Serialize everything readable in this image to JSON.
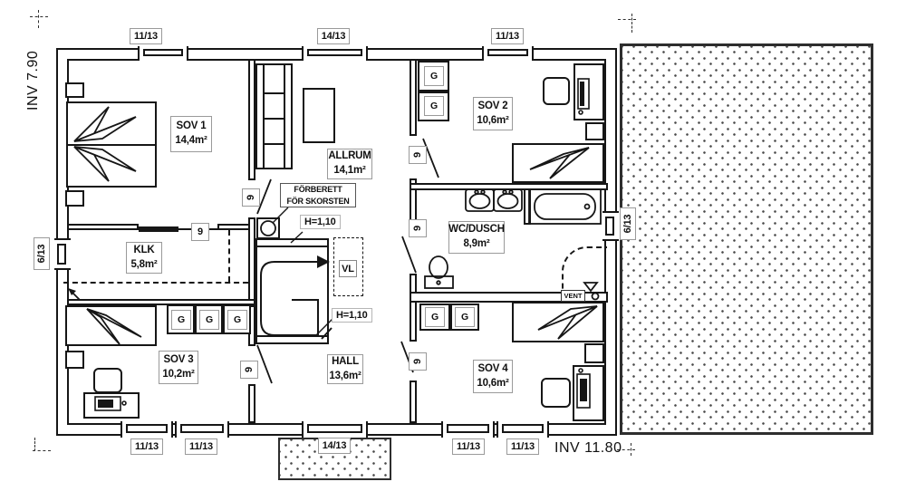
{
  "levels": {
    "left": "INV 7.90",
    "bottom": "INV 11.80"
  },
  "rooms": [
    {
      "name": "SOV 1",
      "area": "14,4m²"
    },
    {
      "name": "ALLRUM",
      "area": "14,1m²"
    },
    {
      "name": "SOV 2",
      "area": "10,6m²"
    },
    {
      "name": "KLK",
      "area": "5,8m²"
    },
    {
      "name": "WC/DUSCH",
      "area": "8,9m²"
    },
    {
      "name": "SOV 3",
      "area": "10,2m²"
    },
    {
      "name": "HALL",
      "area": "13,6m²"
    },
    {
      "name": "SOV 4",
      "area": "10,6m²"
    }
  ],
  "windows": {
    "top": [
      "11/13",
      "14/13",
      "11/13"
    ],
    "bottom": [
      "11/13",
      "11/13",
      "14/13",
      "11/13",
      "11/13"
    ],
    "left": [
      "6/13"
    ],
    "right": [
      "6/13"
    ]
  },
  "labels": {
    "door": "9",
    "wardrobe": "G",
    "vl": "VL",
    "vent": "VENT",
    "height": "H=1,10",
    "chimney1": "FÖRBERETT",
    "chimney2": "FÖR SKORSTEN"
  }
}
